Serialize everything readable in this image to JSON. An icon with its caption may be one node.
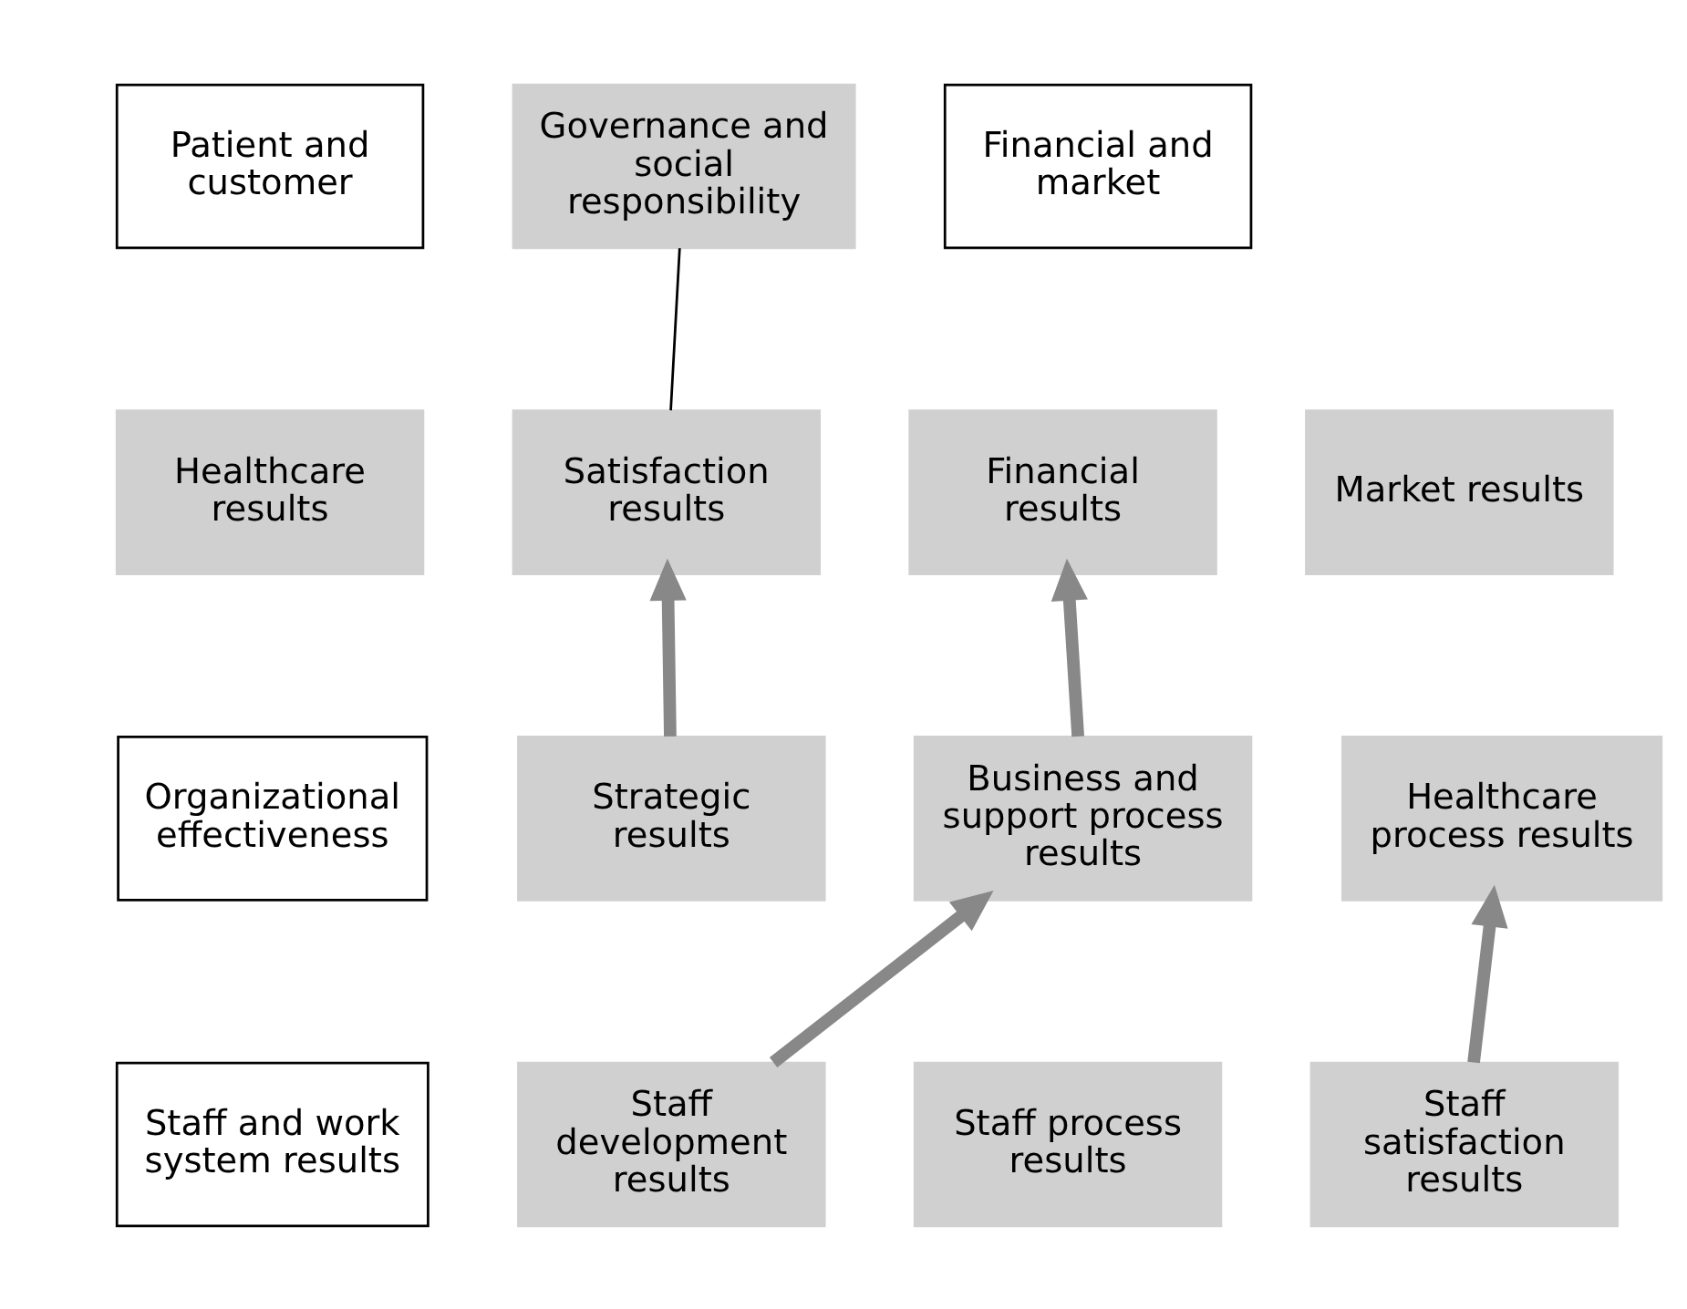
{
  "diagram": {
    "nodes": [
      {
        "text": [
          "Patient and customer"
        ]
      },
      {
        "text": [
          "Governance and social responsibility"
        ]
      },
      {
        "text": [
          "Financial and market"
        ]
      },
      {
        "text": [
          "Healthcare results"
        ]
      },
      {
        "text": [
          "Satisfaction results"
        ]
      },
      {
        "text": [
          "Financial results"
        ]
      },
      {
        "text": [
          "Market results"
        ]
      },
      {
        "text": [
          "Organizational effectiveness"
        ]
      },
      {
        "text": [
          "Strategic results"
        ]
      },
      {
        "text": [
          "Business and support process results"
        ]
      },
      {
        "text": [
          "Healthcare process results"
        ]
      },
      {
        "text": [
          "Staff and work system results"
        ]
      },
      {
        "text": [
          "Staff development results"
        ]
      },
      {
        "text": [
          "Staff process results"
        ]
      },
      {
        "text": [
          "Staff satisfaction results"
        ]
      }
    ],
    "edges": [
      {
        "from": 1,
        "to": 4,
        "arrow": "none",
        "color": "#000000"
      },
      {
        "from": 8,
        "to": 4,
        "arrow": "to",
        "color": "#888888"
      },
      {
        "from": 9,
        "to": 5,
        "arrow": "to",
        "color": "#888888"
      },
      {
        "from": 12,
        "to": 9,
        "arrow": "to",
        "color": "#888888"
      },
      {
        "from": 14,
        "to": 10,
        "arrow": "to",
        "color": "#888888"
      }
    ]
  }
}
